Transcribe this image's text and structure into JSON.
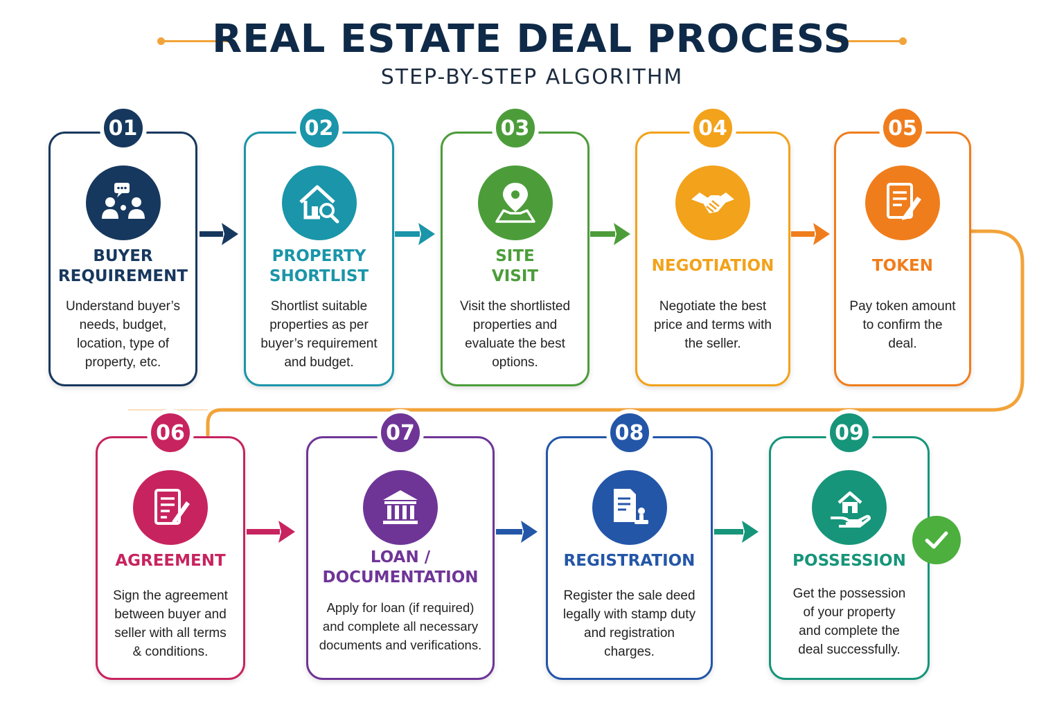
{
  "header": {
    "title": "REAL ESTATE DEAL PROCESS",
    "subtitle": "STEP-BY-STEP ALGORITHM"
  },
  "colors": {
    "accent": "#f2a33a",
    "step01": "#17385e",
    "step02": "#1a95a9",
    "step03": "#4c9d3a",
    "step04": "#f2a21b",
    "step05": "#f07d1c",
    "step06": "#c7245f",
    "step07": "#6e3597",
    "step08": "#2456a8",
    "step09": "#16957a",
    "check": "#4caf3e"
  },
  "steps": [
    {
      "number": "01",
      "title": "BUYER\nREQUIREMENT",
      "description": "Understand buyer’s\nneeds, budget,\nlocation, type of\nproperty, etc.",
      "icon": "people-chat-icon"
    },
    {
      "number": "02",
      "title": "PROPERTY\nSHORTLIST",
      "description": "Shortlist suitable\nproperties as per\nbuyer’s requirement\nand budget.",
      "icon": "house-search-icon"
    },
    {
      "number": "03",
      "title": "SITE\nVISIT",
      "description": "Visit the shortlisted\nproperties and\nevaluate the best\noptions.",
      "icon": "map-pin-icon"
    },
    {
      "number": "04",
      "title": "NEGOTIATION",
      "description": "Negotiate the best\nprice and terms with\nthe seller.",
      "icon": "handshake-icon"
    },
    {
      "number": "05",
      "title": "TOKEN",
      "description": "Pay token amount\nto confirm the\ndeal.",
      "icon": "document-pen-icon"
    },
    {
      "number": "06",
      "title": "AGREEMENT",
      "description": "Sign the agreement\nbetween buyer and\nseller with all terms\n& conditions.",
      "icon": "contract-pen-icon"
    },
    {
      "number": "07",
      "title": "LOAN /\nDOCUMENTATION",
      "description": "Apply for loan (if required)\nand complete all necessary\ndocuments and verifications.",
      "icon": "bank-icon"
    },
    {
      "number": "08",
      "title": "REGISTRATION",
      "description": "Register the sale deed\nlegally with stamp duty\nand registration\ncharges.",
      "icon": "document-stamp-icon"
    },
    {
      "number": "09",
      "title": "POSSESSION",
      "description": "Get the possession\nof your property\nand complete the\ndeal successfully.",
      "icon": "house-hand-icon"
    }
  ]
}
